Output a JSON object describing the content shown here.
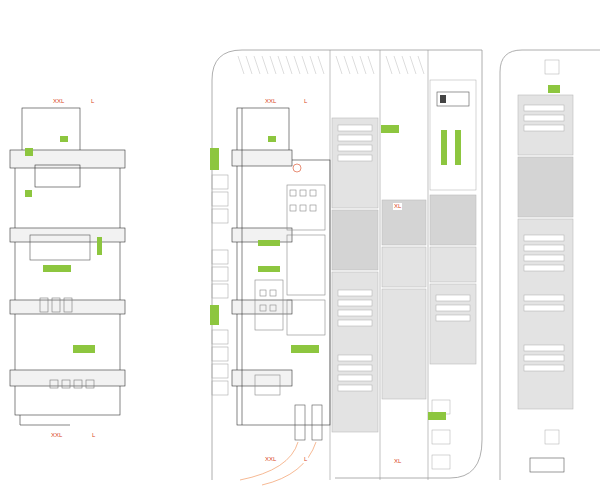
{
  "diagram": {
    "labels": [
      "XXL",
      "L",
      "XXL",
      "L",
      "XXL",
      "L",
      "XXL",
      "L",
      "XL",
      "XL"
    ]
  }
}
